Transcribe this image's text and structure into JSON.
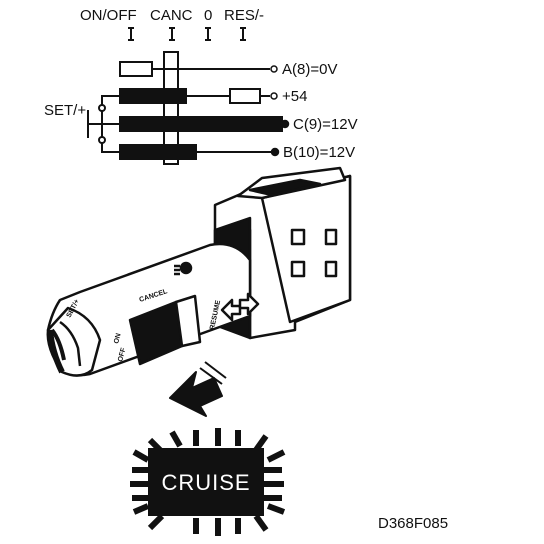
{
  "switch_positions": [
    "ON/OFF",
    "CANC",
    "0",
    "RES/-"
  ],
  "set_label": "SET/+",
  "terminals": [
    "A(8)=0V",
    "+54",
    "C(9)=12V",
    "B(10)=12V"
  ],
  "lever_labels": {
    "cancel": "CANCEL",
    "set": "SET/+",
    "resume": "RESUME",
    "on": "ON",
    "off": "OFF"
  },
  "warning_lamp_text": "CRUISE",
  "figure_code": "D368F085",
  "colors": {
    "ink": "#111111",
    "background": "#ffffff"
  }
}
